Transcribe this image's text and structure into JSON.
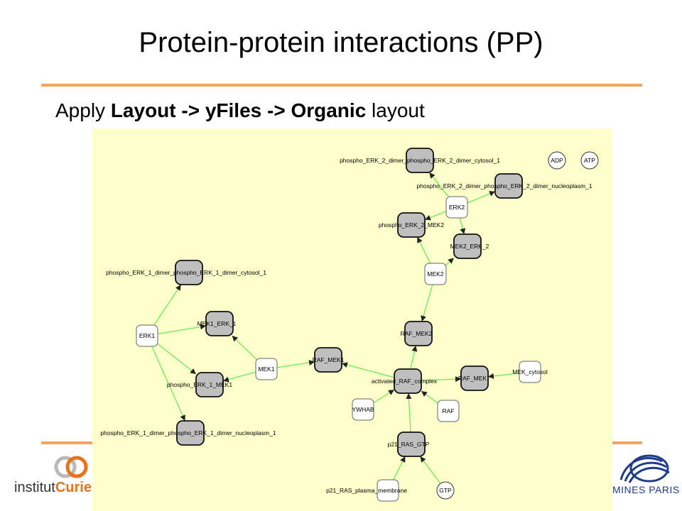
{
  "slide": {
    "title": "Protein-protein interactions (PP)",
    "subtitle_prefix": "Apply ",
    "subtitle_bold": "Layout -> yFiles -> Organic",
    "subtitle_suffix": " layout"
  },
  "logos": {
    "curie_part1": "institut",
    "curie_part2": "Curie",
    "mines": "MINES PARIS"
  },
  "colors": {
    "accent_rule": "#f2a65a",
    "canvas_bg": "#ffffcc",
    "complex_fill": "#bfbfbf",
    "protein_fill": "#ffffff",
    "edge": "#66ee55"
  },
  "network": {
    "nodes": [
      {
        "id": "pERK2_cyt",
        "kind": "complex",
        "label": "phospho_ERK_2_dimer_phospho_ERK_2_dimer_cytosol_1"
      },
      {
        "id": "ADP",
        "kind": "small",
        "label": "ADP"
      },
      {
        "id": "ATP",
        "kind": "small",
        "label": "ATP"
      },
      {
        "id": "pERK2_nuc",
        "kind": "complex",
        "label": "phospho_ERK_2_dimer_phospho_ERK_2_dimer_nucleoplasm_1"
      },
      {
        "id": "ERK2",
        "kind": "protein",
        "label": "ERK2"
      },
      {
        "id": "pERK2_MEK2",
        "kind": "complex",
        "label": "phospho_ERK_2_MEK2"
      },
      {
        "id": "MEK2_ERK2",
        "kind": "complex",
        "label": "MEK2_ERK_2"
      },
      {
        "id": "MEK2",
        "kind": "protein",
        "label": "MEK2"
      },
      {
        "id": "pERK1_cyt",
        "kind": "complex",
        "label": "phospho_ERK_1_dimer_phospho_ERK_1_dimer_cytosol_1"
      },
      {
        "id": "MEK1_ERK1",
        "kind": "complex",
        "label": "MEK1_ERK_1"
      },
      {
        "id": "ERK1",
        "kind": "protein",
        "label": "ERK1"
      },
      {
        "id": "RAF_MEK2",
        "kind": "complex",
        "label": "RAF_MEK2"
      },
      {
        "id": "RAF_MEK1",
        "kind": "complex",
        "label": "RAF_MEK1"
      },
      {
        "id": "MEK1",
        "kind": "protein",
        "label": "MEK1"
      },
      {
        "id": "pERK1_MEK1",
        "kind": "complex",
        "label": "phospho_ERK_1_MEK1"
      },
      {
        "id": "aRAF",
        "kind": "complex",
        "label": "activated_RAF_complex"
      },
      {
        "id": "RAF_MEK",
        "kind": "complex",
        "label": "RAF_MEK"
      },
      {
        "id": "MEK_cyt",
        "kind": "protein",
        "label": "MEK_cytosol"
      },
      {
        "id": "YWHAB",
        "kind": "protein",
        "label": "YWHAB"
      },
      {
        "id": "RAF",
        "kind": "protein",
        "label": "RAF"
      },
      {
        "id": "pERK1_nuc",
        "kind": "complex",
        "label": "phospho_ERK_1_dimer_phospho_ERK_1_dimer_nucleoplasm_1"
      },
      {
        "id": "p21GTP",
        "kind": "complex",
        "label": "p21_RAS_GTP"
      },
      {
        "id": "p21mem",
        "kind": "protein",
        "label": "p21_RAS_plasma_membrane"
      },
      {
        "id": "GTP",
        "kind": "small",
        "label": "GTP"
      }
    ],
    "edges": [
      {
        "source": "ERK2",
        "target": "pERK2_cyt"
      },
      {
        "source": "ERK2",
        "target": "pERK2_nuc"
      },
      {
        "source": "ERK2",
        "target": "pERK2_MEK2"
      },
      {
        "source": "ERK2",
        "target": "MEK2_ERK2"
      },
      {
        "source": "MEK2",
        "target": "pERK2_MEK2"
      },
      {
        "source": "MEK2",
        "target": "MEK2_ERK2"
      },
      {
        "source": "MEK2",
        "target": "RAF_MEK2"
      },
      {
        "source": "ERK1",
        "target": "pERK1_cyt"
      },
      {
        "source": "ERK1",
        "target": "MEK1_ERK1"
      },
      {
        "source": "ERK1",
        "target": "pERK1_MEK1"
      },
      {
        "source": "ERK1",
        "target": "pERK1_nuc"
      },
      {
        "source": "MEK1",
        "target": "MEK1_ERK1"
      },
      {
        "source": "MEK1",
        "target": "pERK1_MEK1"
      },
      {
        "source": "MEK1",
        "target": "RAF_MEK1"
      },
      {
        "source": "aRAF",
        "target": "RAF_MEK1"
      },
      {
        "source": "aRAF",
        "target": "RAF_MEK2"
      },
      {
        "source": "aRAF",
        "target": "RAF_MEK"
      },
      {
        "source": "MEK_cyt",
        "target": "RAF_MEK"
      },
      {
        "source": "YWHAB",
        "target": "aRAF"
      },
      {
        "source": "RAF",
        "target": "aRAF"
      },
      {
        "source": "p21GTP",
        "target": "aRAF"
      },
      {
        "source": "p21mem",
        "target": "p21GTP"
      },
      {
        "source": "GTP",
        "target": "p21GTP"
      }
    ]
  }
}
